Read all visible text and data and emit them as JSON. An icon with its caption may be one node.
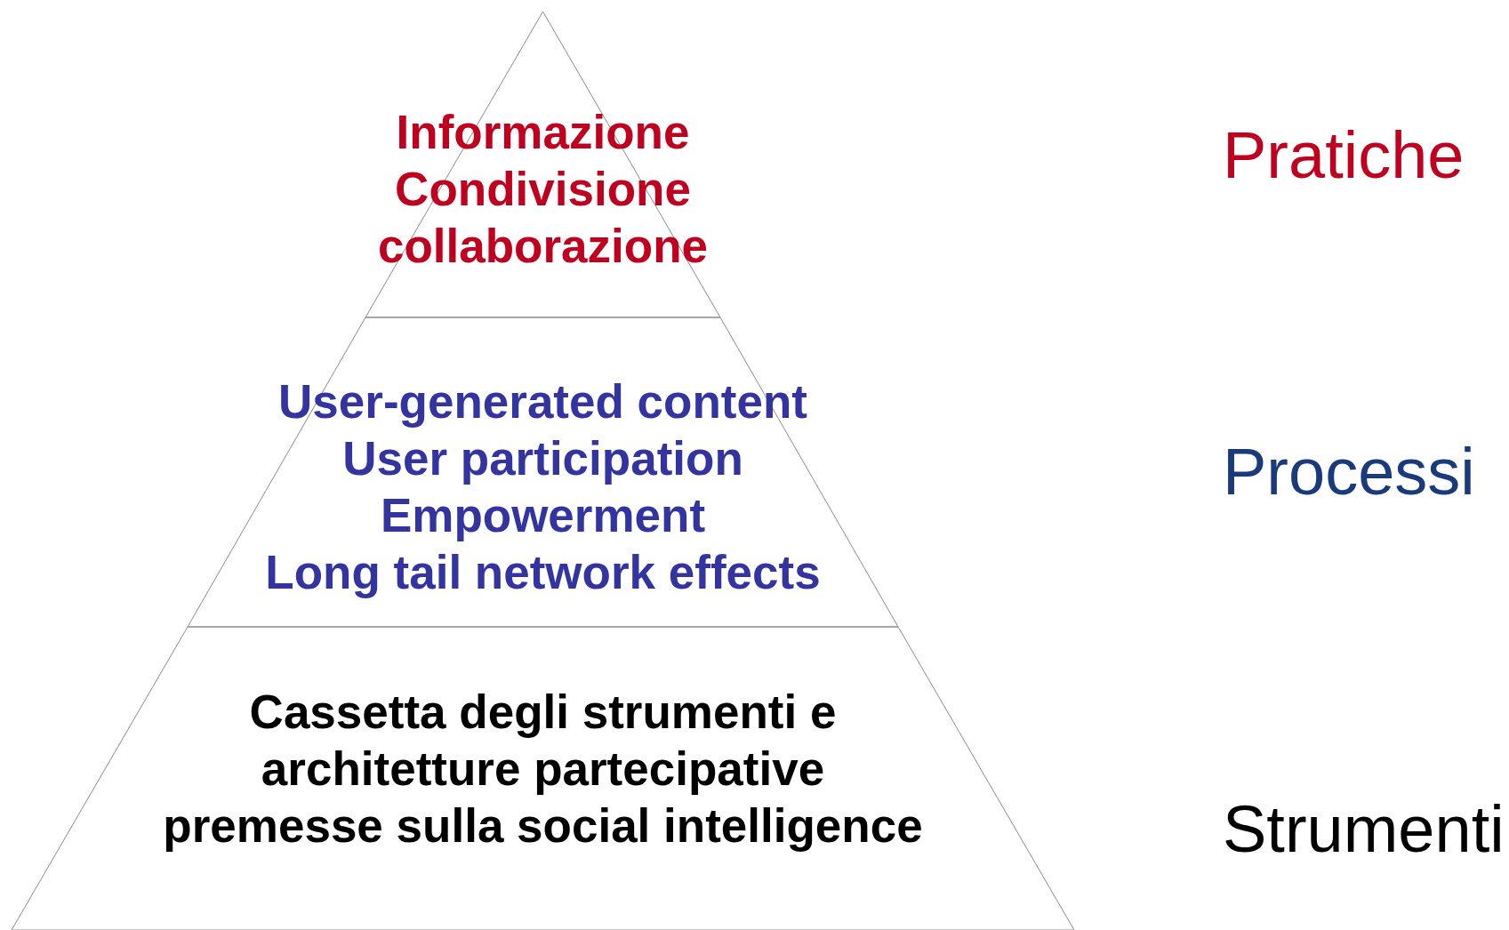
{
  "diagram": {
    "nodes": [
      {
        "text": [
          "Informazione",
          "Condivisione",
          "collaborazione"
        ]
      },
      {
        "text": [
          "User-generated content",
          "User participation",
          "Empowerment",
          "Long tail network effects"
        ]
      },
      {
        "text": [
          "Cassetta degli strumenti e",
          "architetture partecipative",
          "premesse sulla social intelligence"
        ]
      }
    ],
    "labels": [
      "Pratiche",
      "Processi",
      "Strumenti"
    ]
  }
}
